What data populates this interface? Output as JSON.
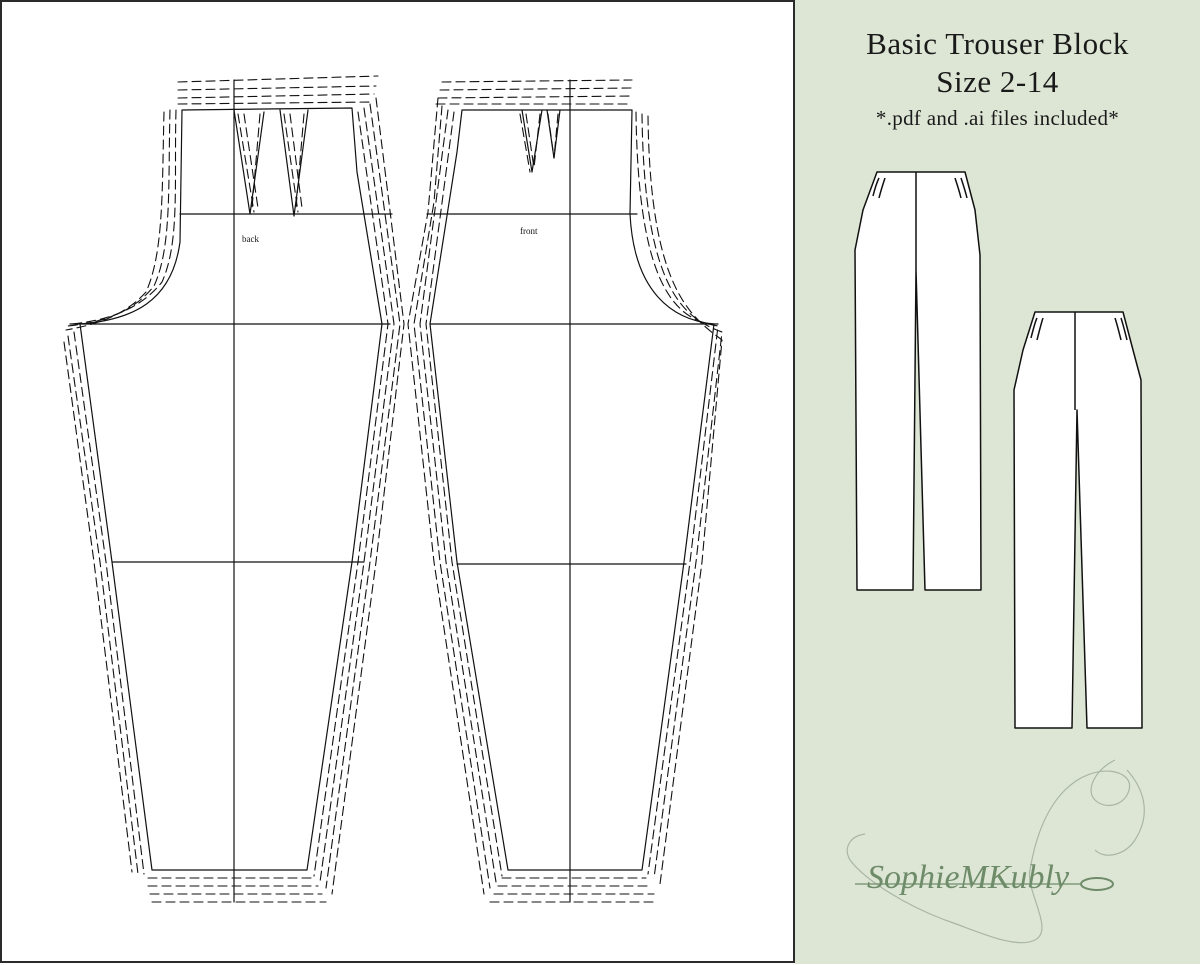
{
  "listing": {
    "title": "Basic Trouser Block",
    "size_range": "Size 2-14",
    "files_note": "*.pdf and .ai files included*"
  },
  "pattern": {
    "back_label": "back",
    "front_label": "front"
  },
  "brand": {
    "logo_text": "SophieMKubly",
    "logo_color": "#6f8c6a"
  },
  "colors": {
    "panel_background": "#dde6d5",
    "line": "#111111"
  }
}
